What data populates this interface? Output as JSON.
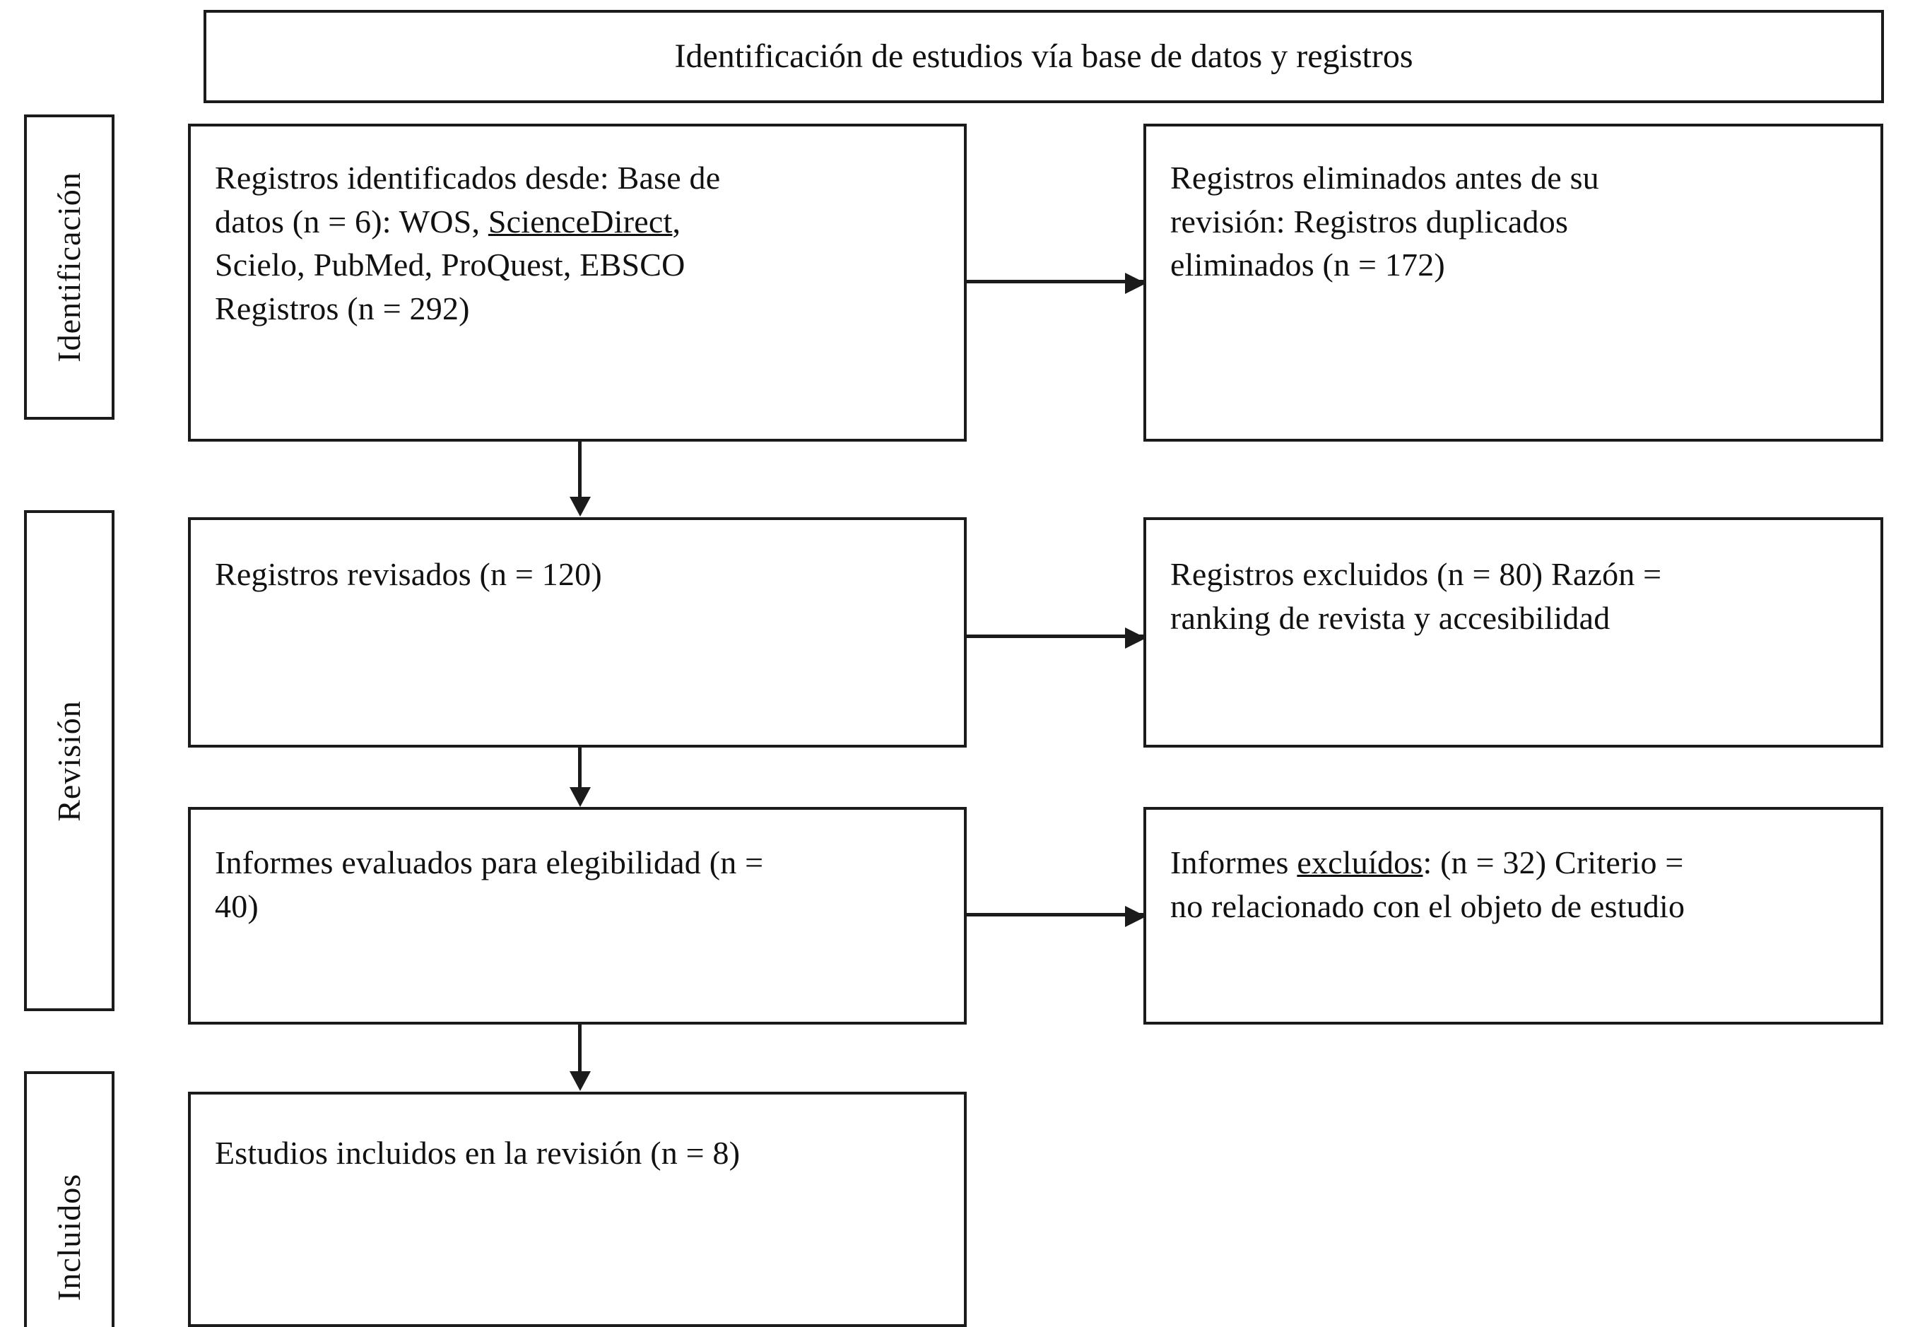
{
  "header": {
    "title": "Identificación de estudios vía base de datos y registros"
  },
  "stages": [
    {
      "label": "Identificación"
    },
    {
      "label": "Revisión"
    },
    {
      "label": "Incluidos"
    }
  ],
  "boxes": {
    "identified": {
      "line1": "Registros identificados desde: Base de",
      "line2_pre": "datos (n = 6): WOS, ",
      "line2_underlined": "ScienceDirect",
      "line2_post": ",",
      "line3": "Scielo, PubMed, ProQuest, EBSCO",
      "line4": "Registros (n = 292)"
    },
    "removed": {
      "line1": "Registros eliminados antes de su",
      "line2": "revisión: Registros duplicados",
      "line3": "eliminados (n = 172)"
    },
    "screened": {
      "line1": "Registros revisados (n = 120)"
    },
    "excluded": {
      "line1": "Registros excluidos (n = 80) Razón =",
      "line2": "ranking de revista y accesibilidad"
    },
    "eligibility": {
      "line1": "Informes evaluados para elegibilidad (n =",
      "line2": "40)"
    },
    "reports_excluded": {
      "line1_pre": "Informes ",
      "line1_underlined": "excluídos",
      "line1_post": ": (n = 32) Criterio =",
      "line2": "no relacionado con el objeto de estudio"
    },
    "included": {
      "line1": "Estudios incluidos en la revisión (n = 8)"
    }
  },
  "flow_data": {
    "type": "prisma-flow",
    "databases_count": 6,
    "databases": [
      "WOS",
      "ScienceDirect",
      "Scielo",
      "PubMed",
      "ProQuest",
      "EBSCO"
    ],
    "records_identified": 292,
    "duplicates_removed": 172,
    "records_screened": 120,
    "records_excluded": 80,
    "records_excluded_reason": "ranking de revista y accesibilidad",
    "reports_assessed": 40,
    "reports_excluded": 32,
    "reports_excluded_reason": "no relacionado con el objeto de estudio",
    "studies_included": 8
  },
  "colors": {
    "line": "#1b1b1b",
    "background": "#ffffff",
    "text": "#111111"
  }
}
